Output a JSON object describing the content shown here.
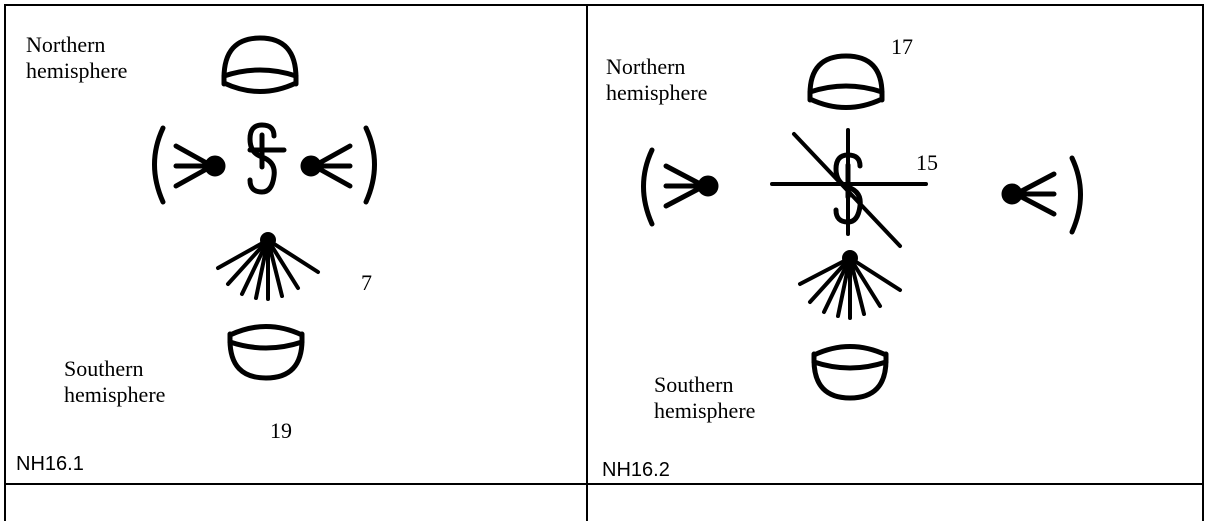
{
  "cells": [
    {
      "caption": "NH16.1",
      "labels": {
        "north_line1": "Northern",
        "north_line2": "hemisphere",
        "south_line1": "Southern",
        "south_line2": "hemisphere",
        "num_a": "7",
        "num_b": "19"
      }
    },
    {
      "caption": "NH16.2",
      "labels": {
        "north_line1": "Northern",
        "north_line2": "hemisphere",
        "south_line1": "Southern",
        "south_line2": "hemisphere",
        "num_a": "17",
        "num_b": "15"
      }
    }
  ],
  "colors": {
    "ink": "#000000",
    "border": "#000000",
    "background": "#ffffff"
  },
  "icons": [
    "dome-up-icon",
    "dome-down-icon",
    "ray-left-icon",
    "ray-right-icon",
    "fan-icon",
    "s-glyph-icon",
    "cross-out-icon"
  ]
}
